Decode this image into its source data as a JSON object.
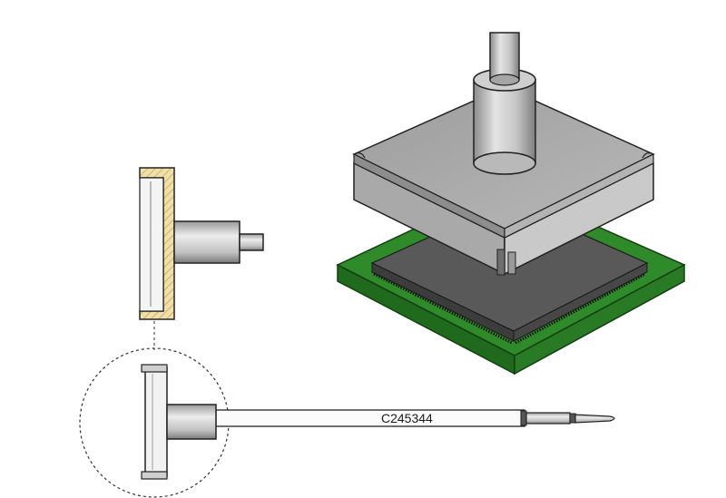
{
  "diagram": {
    "part_number": "C245344",
    "colors": {
      "pcb": "#2f8a2a",
      "pcb_dark": "#1f6a1c",
      "chip": "#5a5a5a",
      "metal_light": "#d6d6d6",
      "metal_mid": "#b0b0b0",
      "metal_dark": "#8a8a8a",
      "section_hatch": "#e8d7a0",
      "outline": "#222222"
    },
    "icons": [
      "soldering-tip-cross-section",
      "soldering-cartridge",
      "bga-chip-on-pcb",
      "detail-magnifier-circle"
    ]
  }
}
